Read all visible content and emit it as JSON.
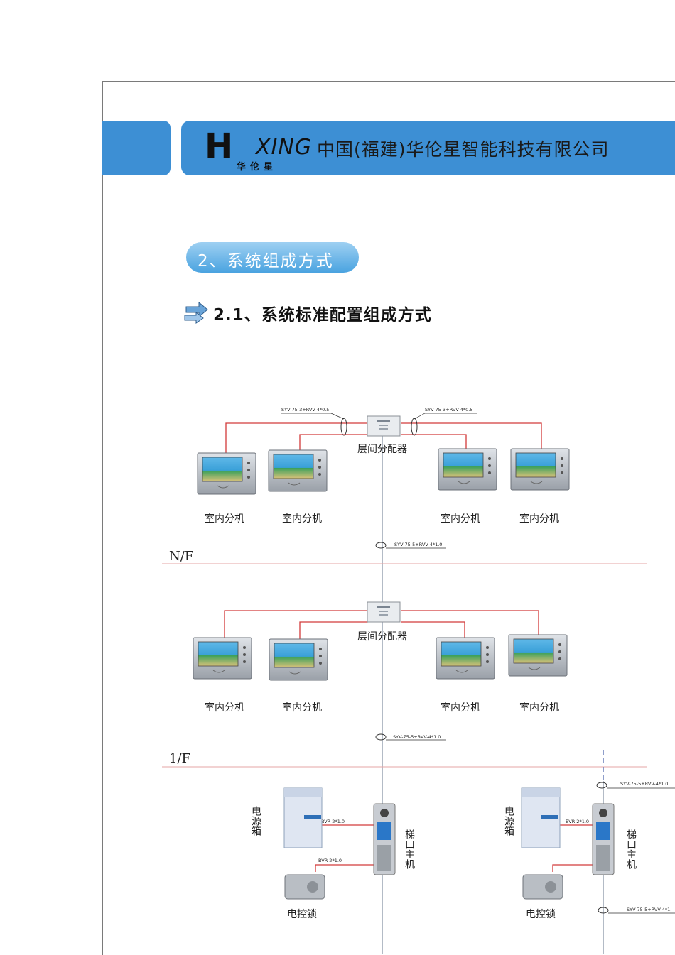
{
  "header": {
    "logo_letter": "H",
    "logo_word": "XING",
    "logo_cn": "华伦星",
    "company_name": "中国(福建)华伦星智能科技有限公司"
  },
  "section": {
    "heading": "2、系统组成方式",
    "subheading": "2.1、系统标准配置组成方式"
  },
  "diagram": {
    "floor_top": {
      "floor_label": "N/F",
      "distributor_label": "层间分配器",
      "cable_left": "SYV-75-3+RVV-4*0.5",
      "cable_right": "SYV-75-3+RVV-4*0.5",
      "riser_cable": "SYV-75-5+RVV-4*1.0",
      "monitors": [
        "室内分机",
        "室内分机",
        "室内分机",
        "室内分机"
      ]
    },
    "floor_bottom": {
      "floor_label": "1/F",
      "distributor_label": "层间分配器",
      "riser_cable": "SYV-75-5+RVV-4*1.0",
      "monitors": [
        "室内分机",
        "室内分机",
        "室内分机",
        "室内分机"
      ]
    },
    "entrance_left": {
      "power_box_label": "电源箱",
      "door_station_label": "梯口主机",
      "lock_label": "电控锁",
      "cable_power": "BVR-2*1.0",
      "cable_lock": "BVR-2*1.0"
    },
    "entrance_right": {
      "power_box_label": "电源箱",
      "door_station_label": "梯口主机",
      "lock_label": "电控锁",
      "cable_power": "BVR-2*1.0",
      "cable_top": "SYV-75-5+RVV-4*1.0",
      "cable_bottom": "SYV-75-5+RVV-4*1."
    }
  },
  "colors": {
    "banner_blue": "#3d8fd4",
    "wire_red": "#d23a3a",
    "riser_gray": "#8a96a8"
  }
}
